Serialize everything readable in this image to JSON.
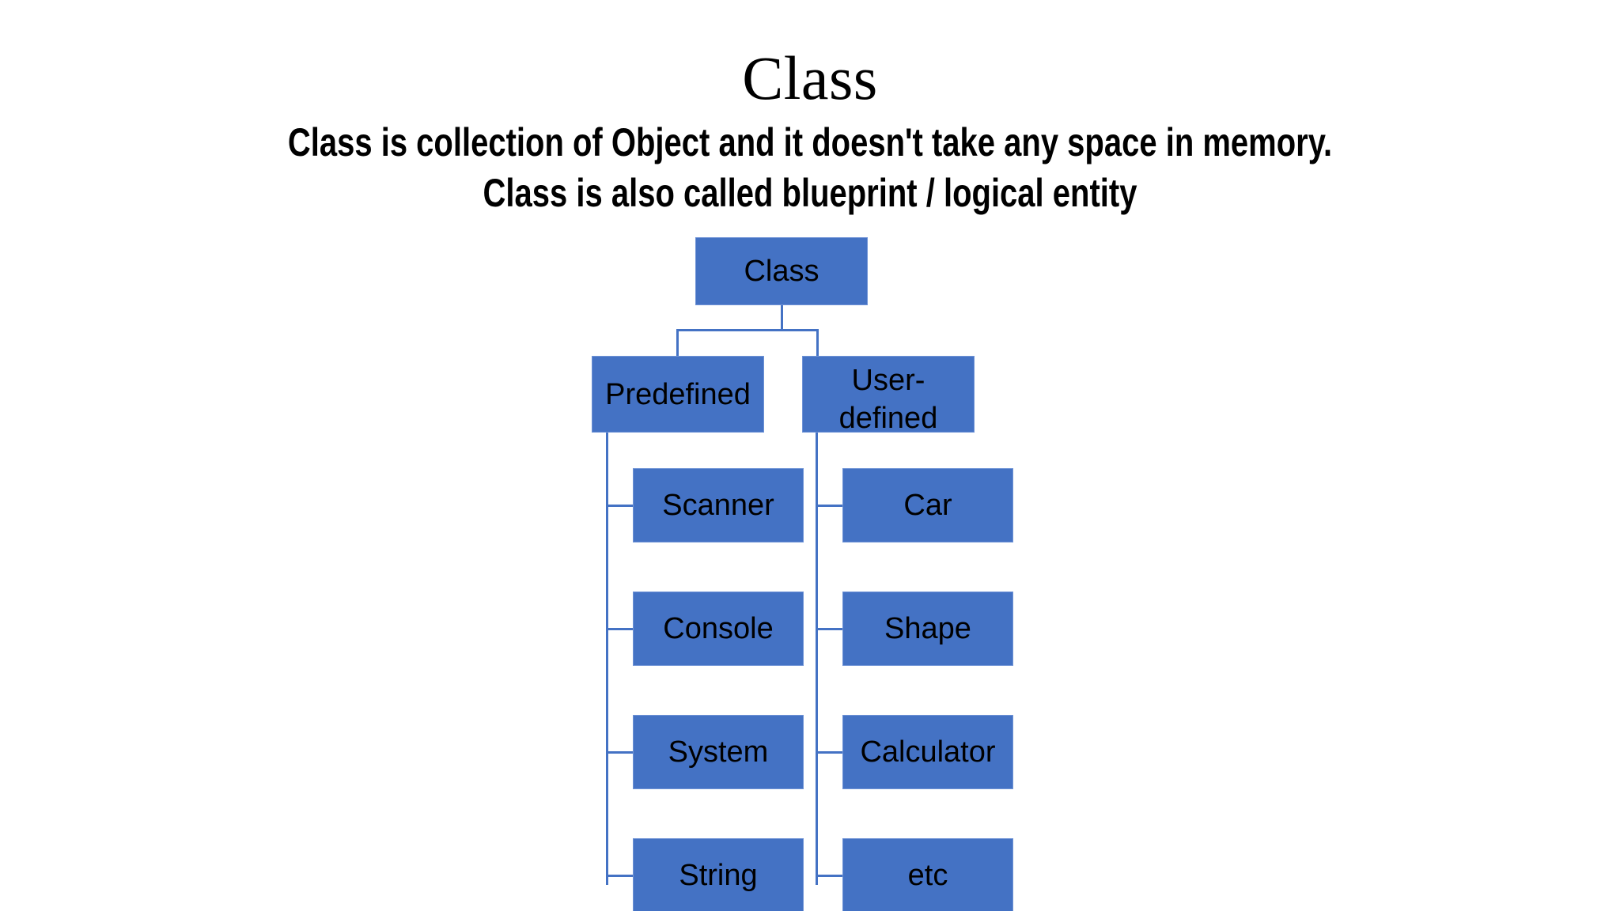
{
  "slide": {
    "background_color": "#FFFFFF",
    "title": "Class",
    "subtitle_line1": "Class is collection of Object and it doesn't take any space in memory.",
    "subtitle_line2": "Class is also called blueprint / logical entity"
  },
  "theme": {
    "node_fill": "#4472C4",
    "node_border": "#6F93D6",
    "connector_color": "#4472C4",
    "text_color": "#000000"
  },
  "diagram": {
    "type": "tree",
    "root": {
      "label": "Class"
    },
    "branches": [
      {
        "label": "Predefined"
      },
      {
        "label": "User-defined"
      }
    ],
    "predefined_children": [
      {
        "label": "Scanner"
      },
      {
        "label": "Console"
      },
      {
        "label": "System"
      },
      {
        "label": "String"
      }
    ],
    "userdefined_children": [
      {
        "label": "Car"
      },
      {
        "label": "Shape"
      },
      {
        "label": "Calculator"
      },
      {
        "label": "etc"
      }
    ]
  }
}
